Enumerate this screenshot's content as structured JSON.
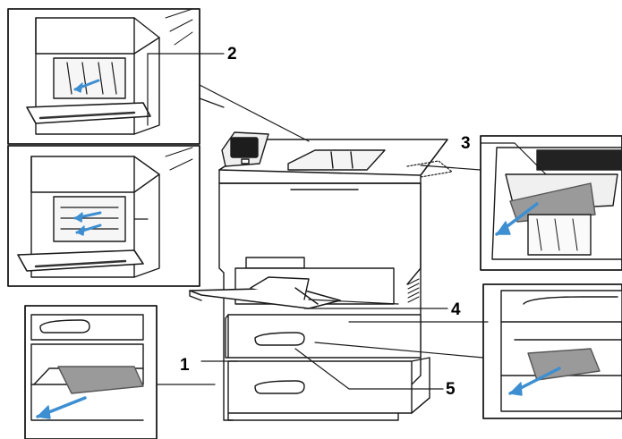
{
  "callouts": [
    {
      "id": "1",
      "text": "1"
    },
    {
      "id": "2",
      "text": "2"
    },
    {
      "id": "3",
      "text": "3"
    },
    {
      "id": "4",
      "text": "4"
    },
    {
      "id": "5",
      "text": "5"
    }
  ],
  "colors": {
    "line": "#1a1a1a",
    "paper_jam": "#9a9a9a",
    "arrow": "#3d8fd1",
    "panel_screen": "#1d1d1d",
    "background": "#ffffff"
  },
  "icons": [
    "printer-illustration",
    "jam-removal-arrow-icon",
    "control-panel-screen"
  ]
}
